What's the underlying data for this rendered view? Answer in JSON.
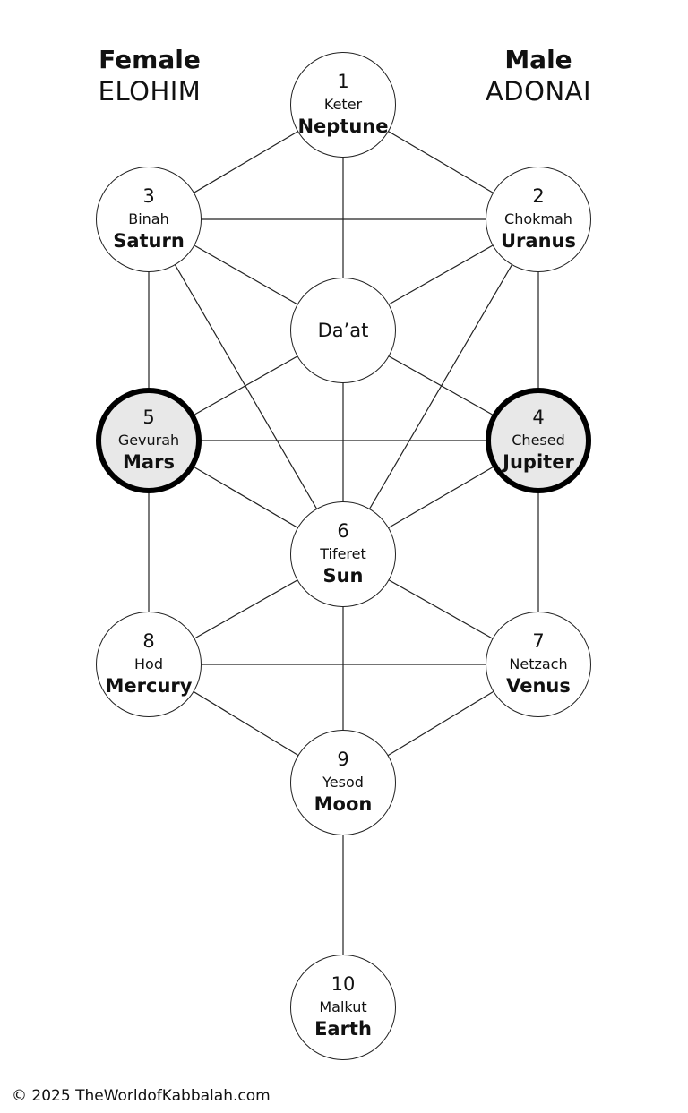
{
  "headings": {
    "left": {
      "title": "Female",
      "name": "ELOHIM"
    },
    "right": {
      "title": "Male",
      "name": "ADONAI"
    }
  },
  "nodes": {
    "keter": {
      "number": "1",
      "name": "Keter",
      "planet": "Neptune"
    },
    "chokmah": {
      "number": "2",
      "name": "Chokmah",
      "planet": "Uranus"
    },
    "binah": {
      "number": "3",
      "name": "Binah",
      "planet": "Saturn"
    },
    "daat": {
      "label": "Da’at"
    },
    "chesed": {
      "number": "4",
      "name": "Chesed",
      "planet": "Jupiter",
      "highlighted": true
    },
    "gevurah": {
      "number": "5",
      "name": "Gevurah",
      "planet": "Mars",
      "highlighted": true
    },
    "tiferet": {
      "number": "6",
      "name": "Tiferet",
      "planet": "Sun"
    },
    "netzach": {
      "number": "7",
      "name": "Netzach",
      "planet": "Venus"
    },
    "hod": {
      "number": "8",
      "name": "Hod",
      "planet": "Mercury"
    },
    "yesod": {
      "number": "9",
      "name": "Yesod",
      "planet": "Moon"
    },
    "malkut": {
      "number": "10",
      "name": "Malkut",
      "planet": "Earth"
    }
  },
  "connections": [
    [
      "keter",
      "binah"
    ],
    [
      "keter",
      "chokmah"
    ],
    [
      "keter",
      "daat"
    ],
    [
      "binah",
      "chokmah"
    ],
    [
      "binah",
      "daat"
    ],
    [
      "chokmah",
      "daat"
    ],
    [
      "binah",
      "gevurah"
    ],
    [
      "chokmah",
      "chesed"
    ],
    [
      "binah",
      "tiferet"
    ],
    [
      "chokmah",
      "tiferet"
    ],
    [
      "daat",
      "gevurah"
    ],
    [
      "daat",
      "chesed"
    ],
    [
      "daat",
      "tiferet"
    ],
    [
      "gevurah",
      "chesed"
    ],
    [
      "gevurah",
      "tiferet"
    ],
    [
      "chesed",
      "tiferet"
    ],
    [
      "gevurah",
      "hod"
    ],
    [
      "chesed",
      "netzach"
    ],
    [
      "tiferet",
      "hod"
    ],
    [
      "tiferet",
      "netzach"
    ],
    [
      "tiferet",
      "yesod"
    ],
    [
      "hod",
      "netzach"
    ],
    [
      "hod",
      "yesod"
    ],
    [
      "netzach",
      "yesod"
    ],
    [
      "yesod",
      "malkut"
    ]
  ],
  "colors": {
    "line": "#222222",
    "highlight_fill": "#e8e8e8",
    "highlight_border": "#000000"
  },
  "footer": {
    "copyright": "© 2025 TheWorldofKabbalah.com"
  }
}
